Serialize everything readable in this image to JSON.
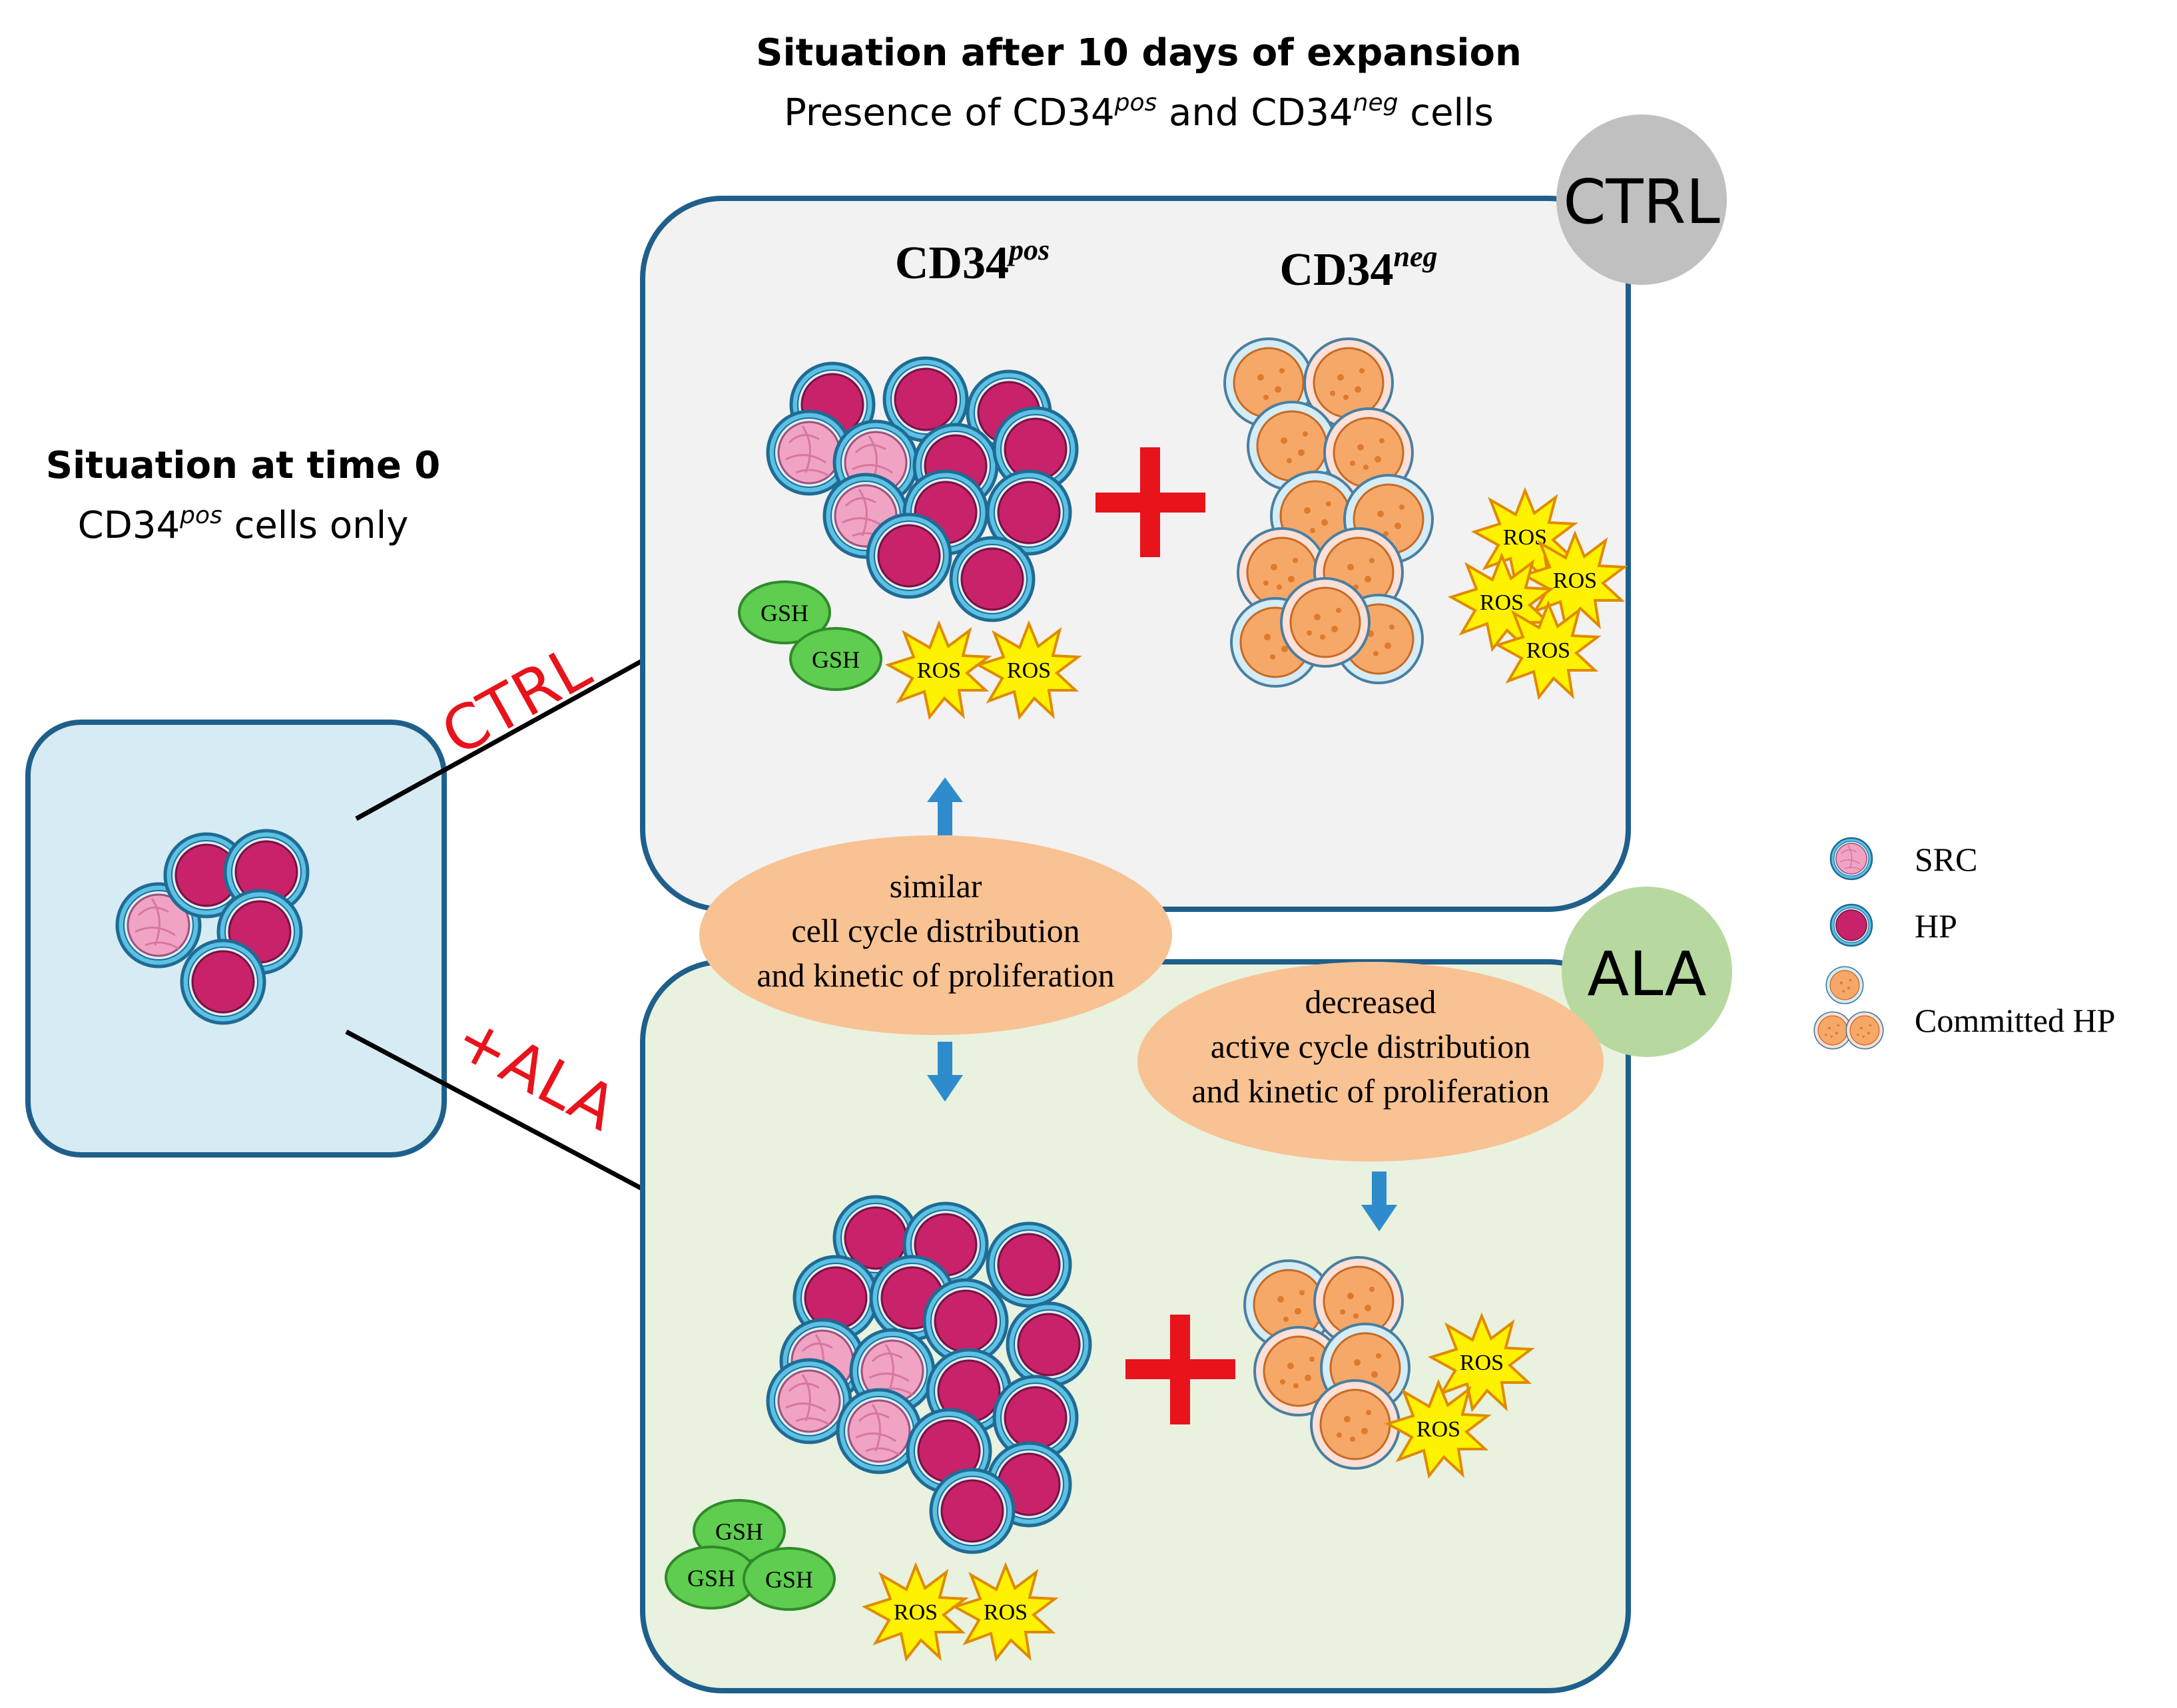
{
  "header": {
    "title": "Situation after 10 days of expansion",
    "subtitle_prefix": "Presence of CD34",
    "subtitle_sup1": "pos",
    "subtitle_mid": " and CD34",
    "subtitle_sup2": "neg",
    "subtitle_suffix": " cells"
  },
  "time0": {
    "title": "Situation at time 0",
    "subtitle_prefix": "CD34",
    "subtitle_sup": "pos",
    "subtitle_suffix": " cells only"
  },
  "arrows": {
    "ctrl_label": "CTRL",
    "ala_label": "+ALA"
  },
  "badges": {
    "ctrl": "CTRL",
    "ala": "ALA"
  },
  "ctrl_panel": {
    "pos_base": "CD34",
    "pos_sup": "pos",
    "neg_base": "CD34",
    "neg_sup": "neg",
    "gsh": [
      "GSH",
      "GSH"
    ],
    "ros_pos": [
      "ROS",
      "ROS"
    ],
    "ros_neg": [
      "ROS",
      "ROS",
      "ROS",
      "ROS"
    ]
  },
  "ala_panel": {
    "gsh": [
      "GSH",
      "GSH",
      "GSH"
    ],
    "ros_pos": [
      "ROS",
      "ROS"
    ],
    "ros_neg": [
      "ROS",
      "ROS"
    ]
  },
  "similar_note": {
    "lines": [
      "similar",
      "cell cycle distribution",
      "and kinetic of proliferation"
    ]
  },
  "decreased_note": {
    "lines": [
      "decreased",
      "active cycle distribution",
      "and kinetic of proliferation"
    ]
  },
  "legend": {
    "items": [
      {
        "label": "SRC"
      },
      {
        "label": "HP"
      },
      {
        "label": "Committed HP"
      }
    ]
  },
  "colors": {
    "panel_border": "#1f5f8b",
    "ctrl_panel_fill": "#f2f2f2",
    "ala_panel_fill": "#e9f1df",
    "time0_fill": "#d6ebf3",
    "hp_magenta": "#c8226a",
    "src_pink": "#f1a3c4",
    "cell_ring": "#5cc1e4",
    "committed_orange": "#f6a869",
    "gsh_green": "#5fcd4f",
    "ros_yellow": "#fff200",
    "note_orange": "#f9c293",
    "ctrl_badge": "#c0c0c0",
    "ala_badge": "#b7d9a0",
    "red_label": "#e8131b",
    "blue_arrow": "#2e8ccc"
  }
}
